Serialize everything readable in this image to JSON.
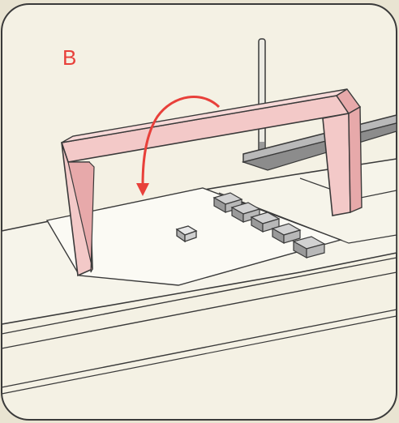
{
  "figure": {
    "step_label": "B",
    "colors": {
      "paper": "#e9e4d2",
      "panel": "#f4f1e4",
      "outline": "#3a3a3a",
      "bracket_face": "#f3c9c8",
      "bracket_side": "#e7a9aa",
      "arrow": "#e8403a",
      "key_top": "#d2d2d2",
      "key_side": "#9a9a9a",
      "bar": "#b9b9b9"
    },
    "icons": [
      "rotation-arrow-icon",
      "needle-selector-keys",
      "sinker-bracket"
    ]
  }
}
